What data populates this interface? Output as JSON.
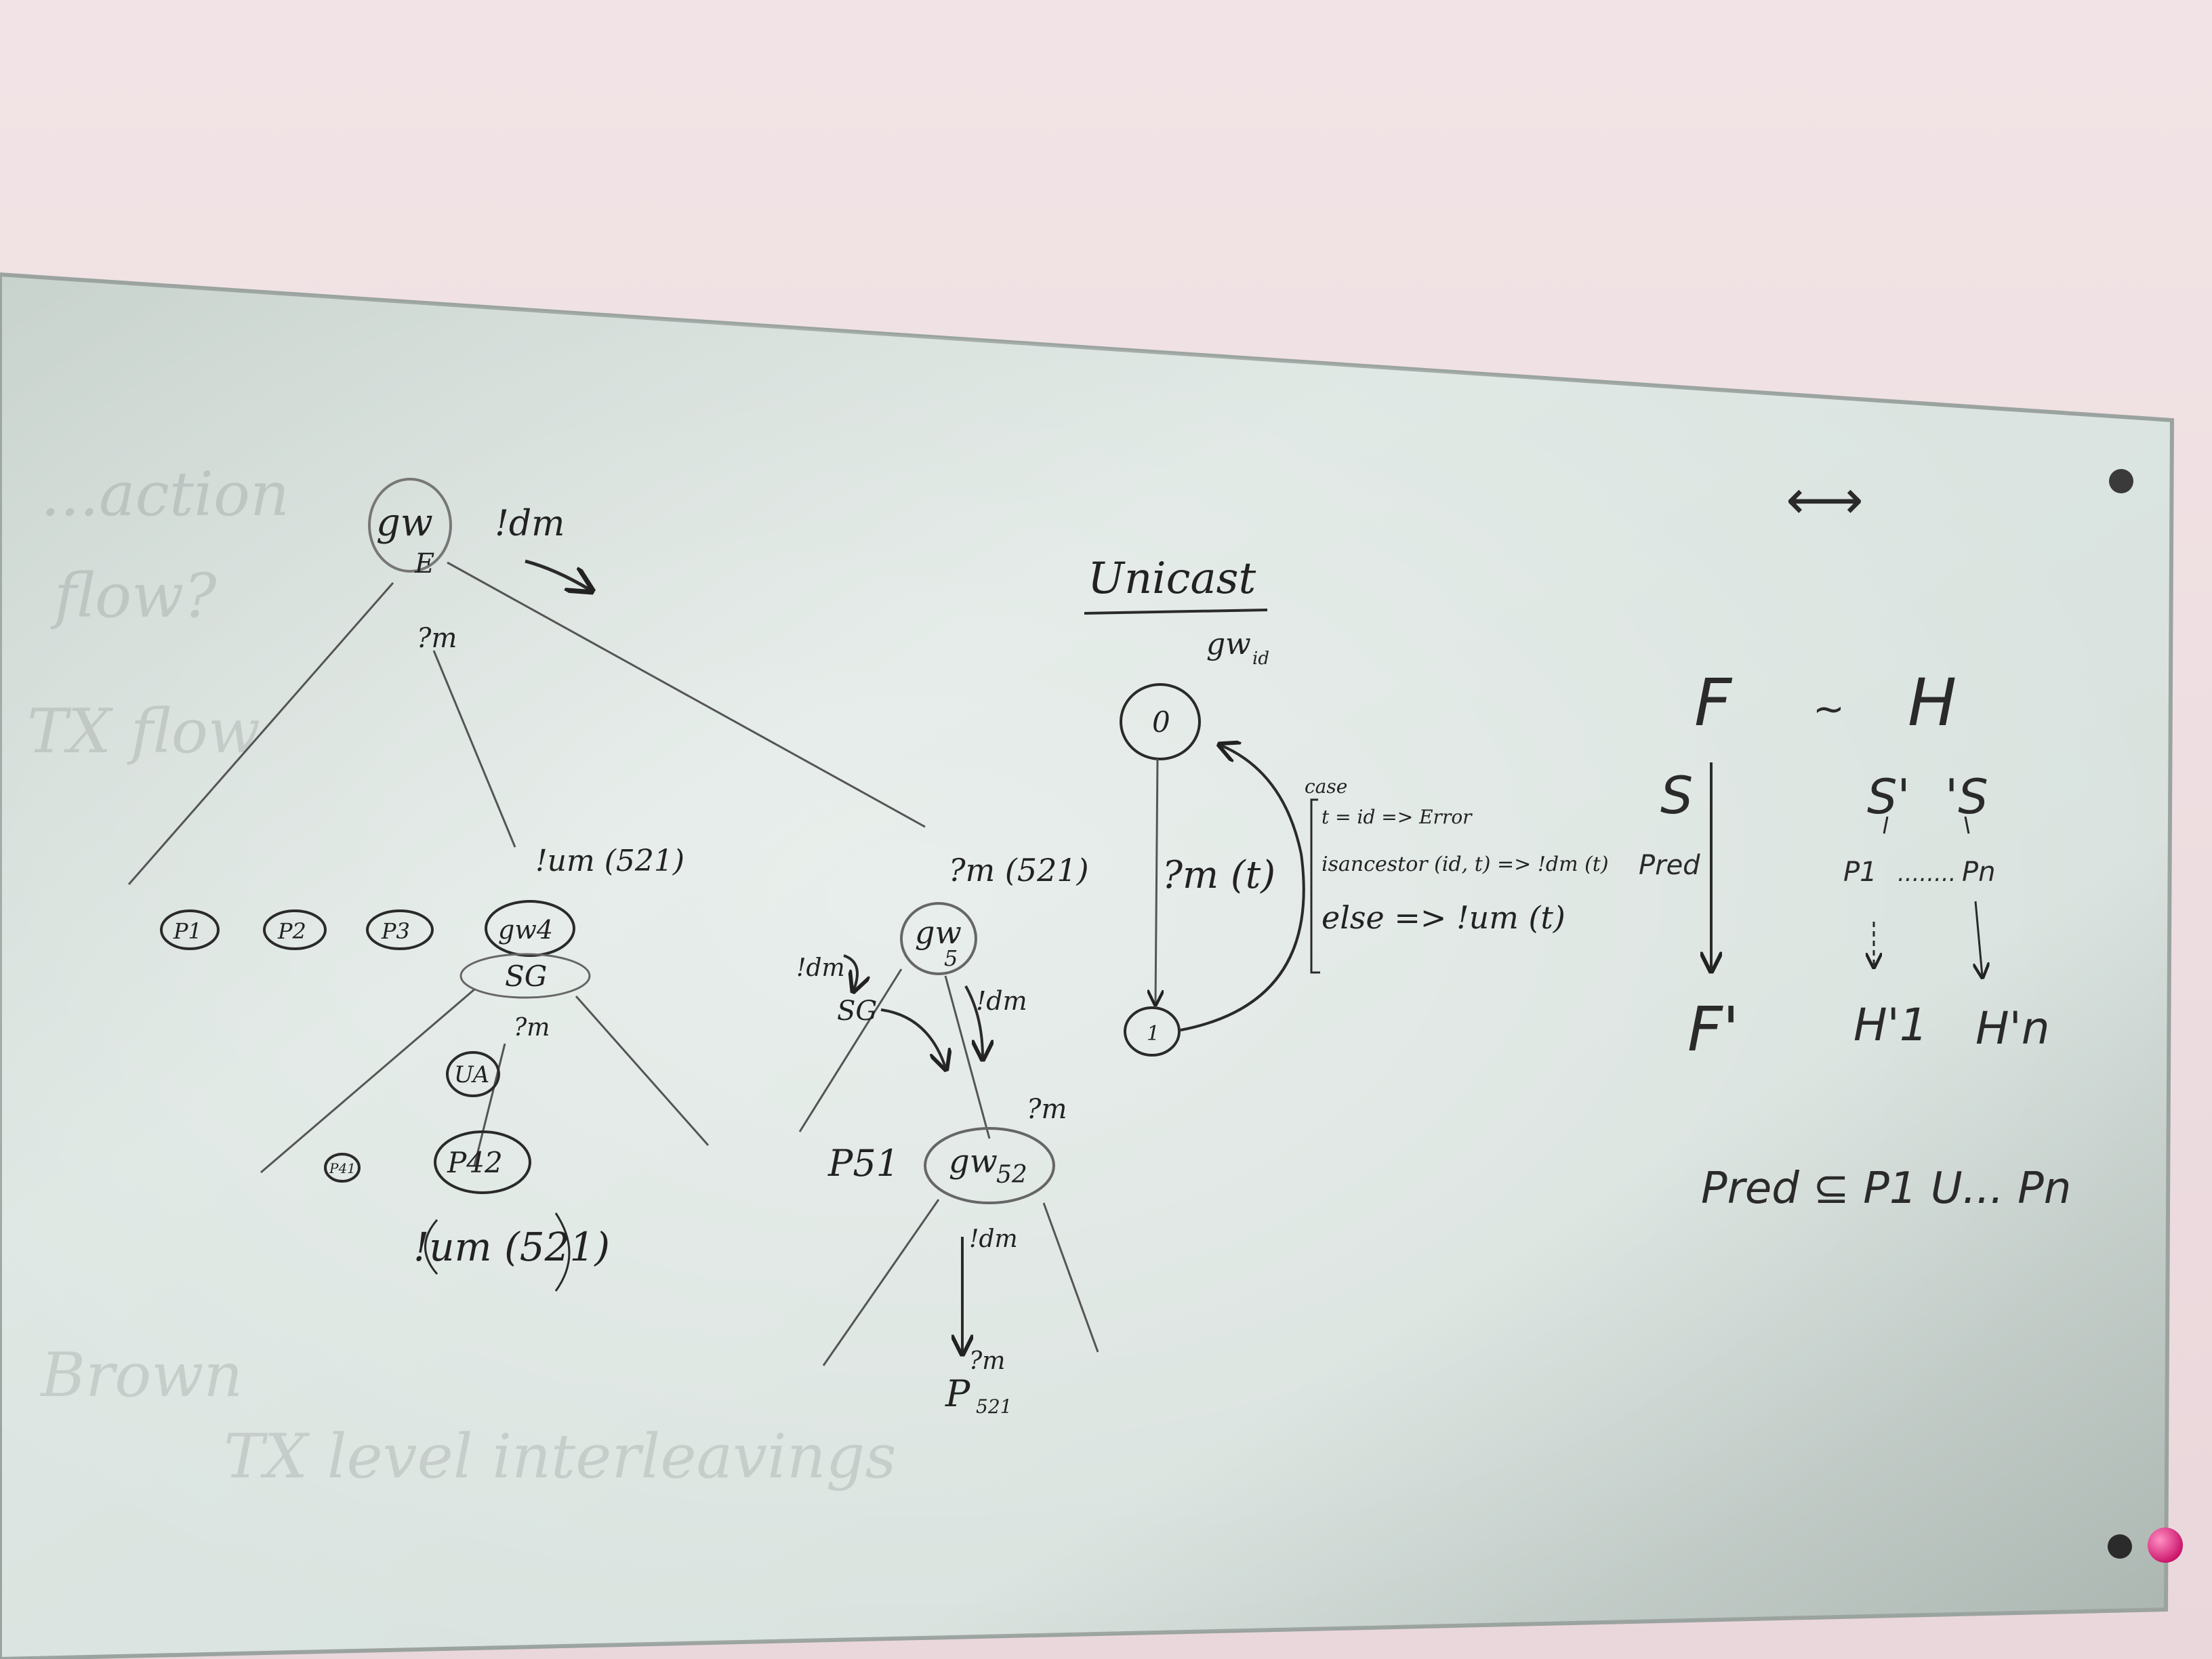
{
  "board": {
    "left_tree": {
      "root_node": "gw",
      "root_sub": "E",
      "root_edge": "!dm",
      "query_top": "?m",
      "query_mid": "!um (521)",
      "leaf_p1": "P1",
      "leaf_p2": "P2",
      "leaf_p3": "P3",
      "node_gw4": "gw4",
      "node_sg": "SG",
      "query_sg": "?m",
      "node_ua": "UA",
      "leaf_small": "P41",
      "leaf_p42": "P42",
      "bottom_msg": "!um (521)"
    },
    "middle_tree": {
      "top_msg": "?m (521)",
      "node": "gw",
      "node_sub": "5",
      "left_msg": "!dm",
      "sg_label": "SG",
      "right_msg": "!dm",
      "leaf_left": "P51",
      "leaf_node": "gw",
      "leaf_node_sub": "52",
      "query_right": "?m",
      "down_msg": "!dm",
      "query_bottom": "?m",
      "bottom_leaf": "P",
      "bottom_leaf_sub": "521"
    },
    "unicast": {
      "title": "Unicast",
      "gw_label": "gw",
      "gw_sub": "id",
      "state0": "0",
      "state1": "1",
      "transition": "?m (t)",
      "case_label": "case",
      "case1": "t = id => Error",
      "case2": "isancestor (id, t) => !dm (t)",
      "case3": "else => !um (t)"
    },
    "right_diagram": {
      "arrow_symbol": "⟷",
      "f": "F",
      "tilde": "~",
      "h": "H",
      "s_left": "S",
      "pred": "Pred",
      "s_prime": "S'",
      "s_right": "'S",
      "p1": "P1",
      "dots": "........",
      "pn": "Pn",
      "f_prime": "F'",
      "h1": "H'1",
      "hn": "H'n",
      "formula": "Pred ⊆ P1 U... Pn"
    },
    "ghost_text": {
      "line1": "...action",
      "line2": "flow?",
      "line3": "TX flow",
      "line4": "TX level interleavings",
      "line5": "Brown"
    }
  },
  "colors": {
    "wall": "#f3e6e8",
    "board": "#d3ddd8",
    "ink": "#222222",
    "magnet": "#333333",
    "pin": "#e0157a"
  }
}
